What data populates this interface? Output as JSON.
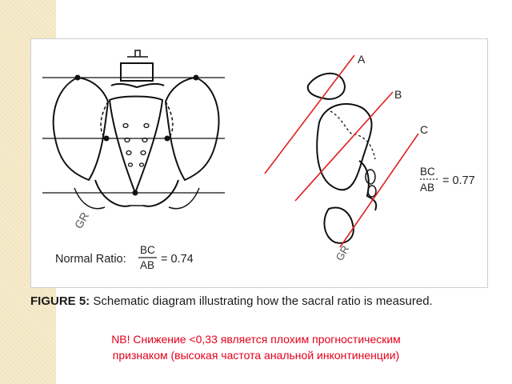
{
  "left": {
    "gr_label": "GR",
    "ratio_label": "Normal Ratio:",
    "numerator": "BC",
    "denominator": "AB",
    "ratio_value": "= 0.74"
  },
  "right": {
    "line_a": "A",
    "line_b": "B",
    "line_c": "C",
    "gr_label": "GR",
    "numerator": "BC",
    "denominator": "AB",
    "ratio_value": "= 0.77",
    "line_color": "#e02020"
  },
  "caption": {
    "prefix": "FIGURE 5:",
    "text": " Schematic diagram illustrating how the sacral ratio is measured."
  },
  "note": {
    "line1": "NB! Снижение <0,33 является плохим прогностическим",
    "line2": "признаком (высокая частота анальной инконтиненции)"
  }
}
